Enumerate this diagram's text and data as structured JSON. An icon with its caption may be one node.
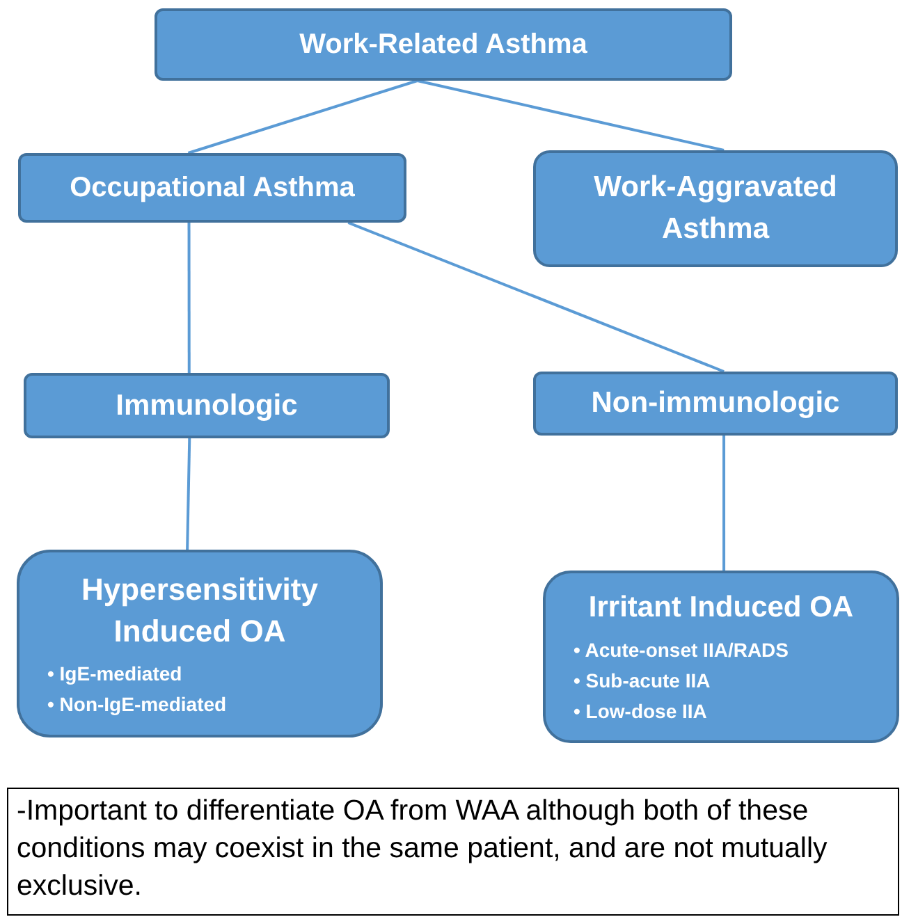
{
  "diagram": {
    "nodes": [
      {
        "text": [
          "Work-Related Asthma"
        ]
      },
      {
        "text": [
          "Occupational Asthma"
        ]
      },
      {
        "text": [
          "Work-Aggravated Asthma"
        ]
      },
      {
        "text": [
          "Immunologic"
        ]
      },
      {
        "text": [
          "Non-immunologic"
        ]
      },
      {
        "text": [
          "Hypersensitivity Induced OA",
          "• IgE-mediated",
          "• Non-IgE-mediated"
        ]
      },
      {
        "text": [
          "Irritant Induced OA",
          "• Acute-onset IIA/RADS",
          "• Sub-acute IIA",
          "• Low-dose IIA"
        ]
      },
      {
        "text": [
          "-Important to differentiate OA from WAA although both of these conditions may coexist in the same patient, and are not mutually exclusive."
        ]
      }
    ],
    "edges": [
      {
        "from": 0,
        "to": 1,
        "arrow": "none"
      },
      {
        "from": 0,
        "to": 2,
        "arrow": "none"
      },
      {
        "from": 1,
        "to": 3,
        "arrow": "none"
      },
      {
        "from": 1,
        "to": 4,
        "arrow": "none"
      },
      {
        "from": 3,
        "to": 5,
        "arrow": "none"
      },
      {
        "from": 4,
        "to": 6,
        "arrow": "none"
      }
    ]
  }
}
